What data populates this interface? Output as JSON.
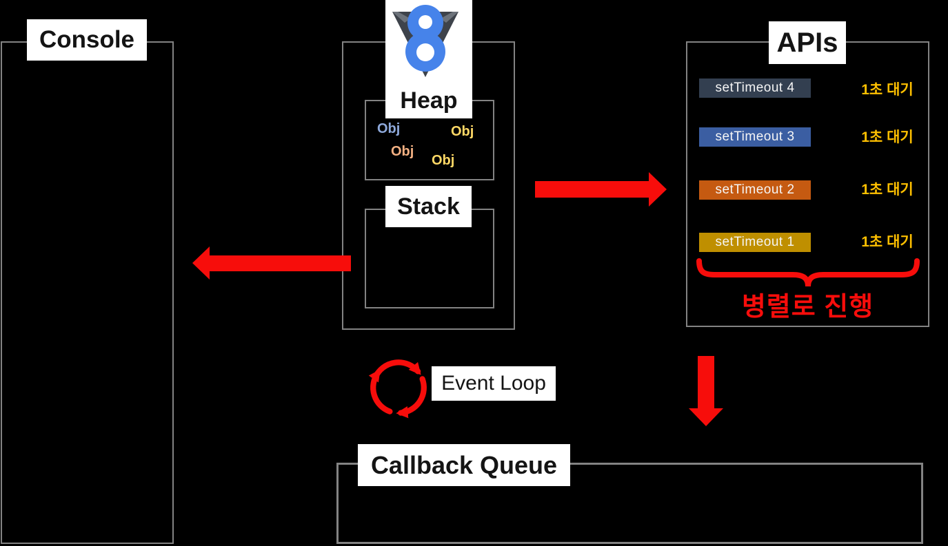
{
  "console": {
    "label": "Console"
  },
  "engine": {
    "logo_icon": "v8-logo-icon",
    "heap": {
      "label": "Heap",
      "objects": [
        {
          "label": "Obj",
          "color": "#8EA9DB"
        },
        {
          "label": "Obj",
          "color": "#FFD966"
        },
        {
          "label": "Obj",
          "color": "#F4B183"
        },
        {
          "label": "Obj",
          "color": "#FFD966"
        }
      ]
    },
    "stack": {
      "label": "Stack"
    }
  },
  "apis": {
    "label": "APIs",
    "timers": [
      {
        "label": "setTimeout 4",
        "color": "#333F50",
        "wait_label": "1초 대기"
      },
      {
        "label": "setTimeout 3",
        "color": "#3B5EA2",
        "wait_label": "1초 대기"
      },
      {
        "label": "setTimeout 2",
        "color": "#C55A11",
        "wait_label": "1초 대기"
      },
      {
        "label": "setTimeout 1",
        "color": "#BF8F00",
        "wait_label": "1초 대기"
      }
    ],
    "parallel_note": "병렬로 진행"
  },
  "event_loop": {
    "label": "Event Loop",
    "icon": "circular-arrows-icon"
  },
  "callback_queue": {
    "label": "Callback Queue"
  },
  "icons": {
    "arrows": [
      "left-red-arrow",
      "right-red-arrow",
      "down-red-arrow"
    ],
    "brace": "red-underbrace"
  },
  "colors": {
    "background": "#000000",
    "border_gray": "#838383",
    "arrow_red": "#F70D0B",
    "wait_text": "#FFC000",
    "v8_blue": "#4683EA",
    "v8_dark": "#3E434B"
  }
}
